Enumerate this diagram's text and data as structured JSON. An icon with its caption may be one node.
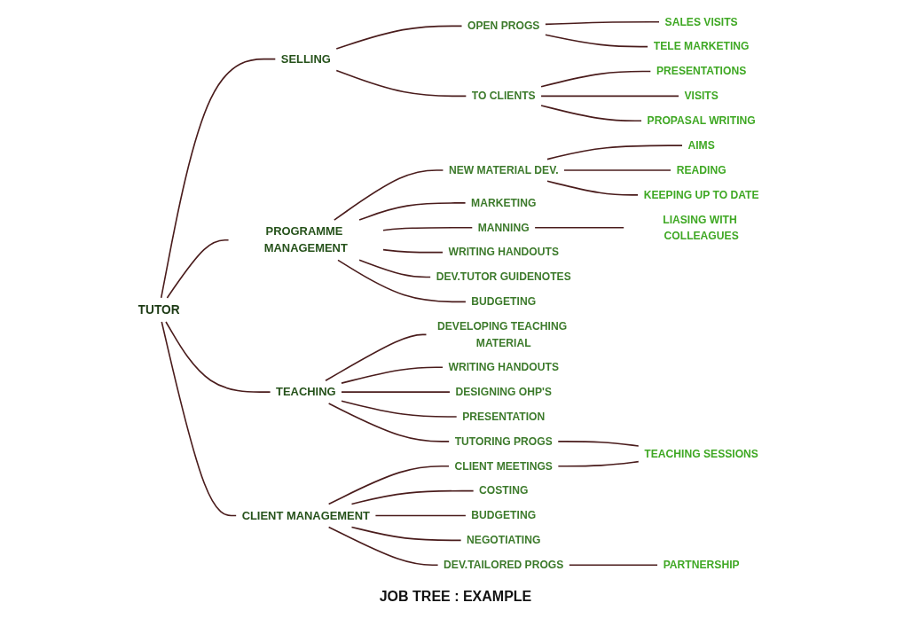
{
  "diagram": {
    "caption": "JOB TREE : EXAMPLE",
    "nodes": [
      {
        "text": [
          "MARKETING"
        ]
      },
      {
        "text": [
          "AIMS"
        ]
      },
      {
        "text": [
          "NEGOTIATING"
        ]
      },
      {
        "text": [
          "BUDGETING"
        ]
      },
      {
        "text": [
          "DEV.TUTOR GUIDENOTES"
        ]
      },
      {
        "text": [
          "COSTING"
        ]
      },
      {
        "text": [
          "PARTNERSHIP"
        ]
      },
      {
        "text": [
          "READING"
        ]
      },
      {
        "text": [
          "DEV.TAILORED PROGS"
        ]
      },
      {
        "text": [
          "WRITING HANDOUTS"
        ]
      },
      {
        "text": [
          "KEEPING UP TO DATE"
        ]
      },
      {
        "text": [
          "NEW MATERIAL DEV."
        ]
      },
      {
        "text": [
          "BUDGETING"
        ]
      },
      {
        "text": [
          "CLIENT MEETINGS"
        ]
      },
      {
        "text": [
          "MANNING"
        ]
      },
      {
        "text": [
          "CLIENT MANAGEMENT"
        ]
      },
      {
        "text": [
          "LIASING WITH COLLEAGUES"
        ]
      },
      {
        "text": [
          "TEACHING SESSIONS"
        ]
      },
      {
        "text": [
          "PROGRAMME MANAGEMENT"
        ]
      },
      {
        "text": [
          "TUTORING PROGS"
        ]
      },
      {
        "text": [
          "SALES VISITS"
        ]
      },
      {
        "text": [
          "SELLING"
        ]
      },
      {
        "text": [
          "TEACHING"
        ]
      },
      {
        "text": [
          "OPEN PROGS"
        ]
      },
      {
        "text": [
          "DEVELOPING TEACHING MATERIAL"
        ]
      },
      {
        "text": [
          "TELE MARKETING"
        ]
      },
      {
        "text": [
          "TO CLIENTS"
        ]
      },
      {
        "text": [
          "WRITING HANDOUTS"
        ]
      },
      {
        "text": [
          "DESIGNING OHP'S"
        ]
      },
      {
        "text": [
          "PRESENTATIONS"
        ]
      },
      {
        "text": [
          "TUTOR"
        ]
      },
      {
        "text": [
          "PRESENTATION"
        ]
      },
      {
        "text": [
          "VISITS"
        ]
      },
      {
        "text": [
          "PROPASAL WRITING"
        ]
      }
    ],
    "edges": [
      {
        "from": 30,
        "to": 21,
        "arrow": "none"
      },
      {
        "from": 30,
        "to": 18,
        "arrow": "none"
      },
      {
        "from": 30,
        "to": 22,
        "arrow": "none"
      },
      {
        "from": 30,
        "to": 15,
        "arrow": "none"
      },
      {
        "from": 21,
        "to": 23,
        "arrow": "none"
      },
      {
        "from": 21,
        "to": 26,
        "arrow": "none"
      },
      {
        "from": 23,
        "to": 20,
        "arrow": "none"
      },
      {
        "from": 23,
        "to": 25,
        "arrow": "none"
      },
      {
        "from": 26,
        "to": 29,
        "arrow": "none"
      },
      {
        "from": 26,
        "to": 32,
        "arrow": "none"
      },
      {
        "from": 26,
        "to": 33,
        "arrow": "none"
      },
      {
        "from": 18,
        "to": 11,
        "arrow": "none"
      },
      {
        "from": 18,
        "to": 0,
        "arrow": "none"
      },
      {
        "from": 18,
        "to": 14,
        "arrow": "none"
      },
      {
        "from": 18,
        "to": 9,
        "arrow": "none"
      },
      {
        "from": 18,
        "to": 4,
        "arrow": "none"
      },
      {
        "from": 18,
        "to": 12,
        "arrow": "none"
      },
      {
        "from": 14,
        "to": 16,
        "arrow": "none"
      },
      {
        "from": 11,
        "to": 1,
        "arrow": "none"
      },
      {
        "from": 11,
        "to": 7,
        "arrow": "none"
      },
      {
        "from": 11,
        "to": 10,
        "arrow": "none"
      },
      {
        "from": 15,
        "to": 13,
        "arrow": "none"
      },
      {
        "from": 15,
        "to": 5,
        "arrow": "none"
      },
      {
        "from": 15,
        "to": 3,
        "arrow": "none"
      },
      {
        "from": 15,
        "to": 2,
        "arrow": "none"
      },
      {
        "from": 15,
        "to": 8,
        "arrow": "none"
      },
      {
        "from": 8,
        "to": 6,
        "arrow": "none"
      },
      {
        "from": 22,
        "to": 24,
        "arrow": "none"
      },
      {
        "from": 22,
        "to": 27,
        "arrow": "none"
      },
      {
        "from": 22,
        "to": 28,
        "arrow": "none"
      },
      {
        "from": 22,
        "to": 31,
        "arrow": "none"
      },
      {
        "from": 22,
        "to": 19,
        "arrow": "none"
      },
      {
        "from": 19,
        "to": 17,
        "arrow": "none"
      },
      {
        "from": 13,
        "to": 17,
        "arrow": "none"
      }
    ]
  }
}
